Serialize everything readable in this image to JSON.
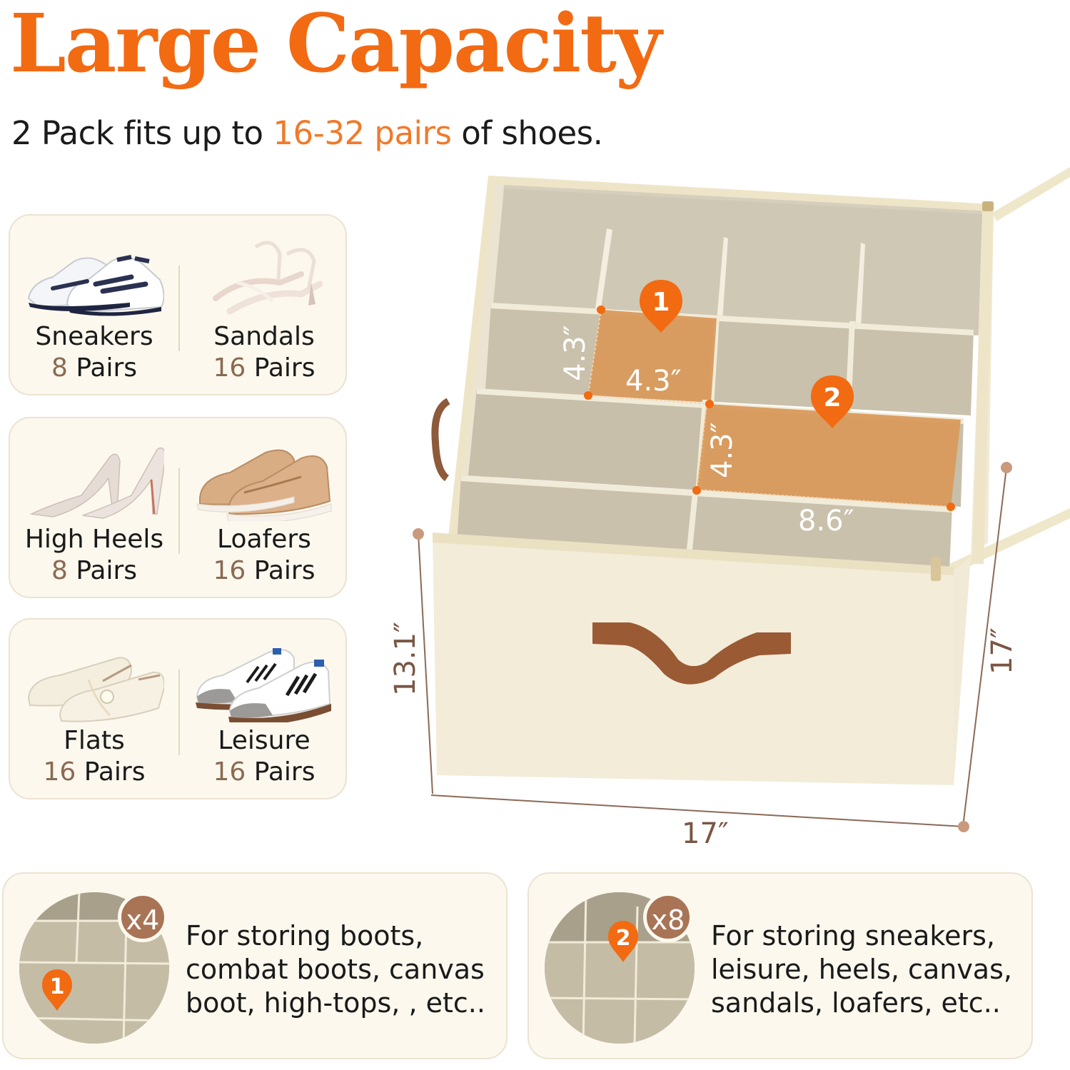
{
  "header": {
    "title": "Large Capacity",
    "subtitle_pre": "2 Pack fits up to ",
    "subtitle_highlight": "16-32 pairs",
    "subtitle_post": " of shoes."
  },
  "shoe_cards": [
    {
      "left": {
        "name": "Sneakers",
        "count": "8",
        "unit": " Pairs",
        "icon": "sneakers-image"
      },
      "right": {
        "name": "Sandals",
        "count": "16",
        "unit": " Pairs",
        "icon": "sandals-image"
      }
    },
    {
      "left": {
        "name": "High Heels",
        "count": "8",
        "unit": " Pairs",
        "icon": "high-heels-image"
      },
      "right": {
        "name": "Loafers",
        "count": "16",
        "unit": " Pairs",
        "icon": "loafers-image"
      }
    },
    {
      "left": {
        "name": "Flats",
        "count": "16",
        "unit": " Pairs",
        "icon": "flats-image"
      },
      "right": {
        "name": "Leisure",
        "count": "16",
        "unit": " Pairs",
        "icon": "leisure-sneakers-image"
      }
    }
  ],
  "diagram": {
    "pin_1": "1",
    "pin_2": "2",
    "compartment_1_height": "4.3″",
    "compartment_1_width": "4.3″",
    "compartment_2_height": "4.3″",
    "compartment_2_width": "8.6″",
    "box_height": "13.1″",
    "box_width": "17″",
    "box_depth": "17″"
  },
  "bottom_cards": [
    {
      "pin": "1",
      "badge": "x4",
      "description": "For storing boots,\ncombat boots, canvas\nboot, high-tops, , etc.."
    },
    {
      "pin": "2",
      "badge": "x8",
      "description": "For storing sneakers,\nleisure, heels, canvas,\nsandals, loafers, etc.."
    }
  ],
  "colors": {
    "title_orange": "#f26a12",
    "highlight_orange": "#f07a2a",
    "card_bg": "#fcf8ee",
    "card_border": "#ece3d2",
    "count_brown": "#8a6a52",
    "badge_brown": "#a87455",
    "dimension_brown": "#7a5644",
    "box_cream": "#f3ecd9",
    "divider_beige": "#cfc7b2",
    "compartment_orange": "#d9975a"
  }
}
